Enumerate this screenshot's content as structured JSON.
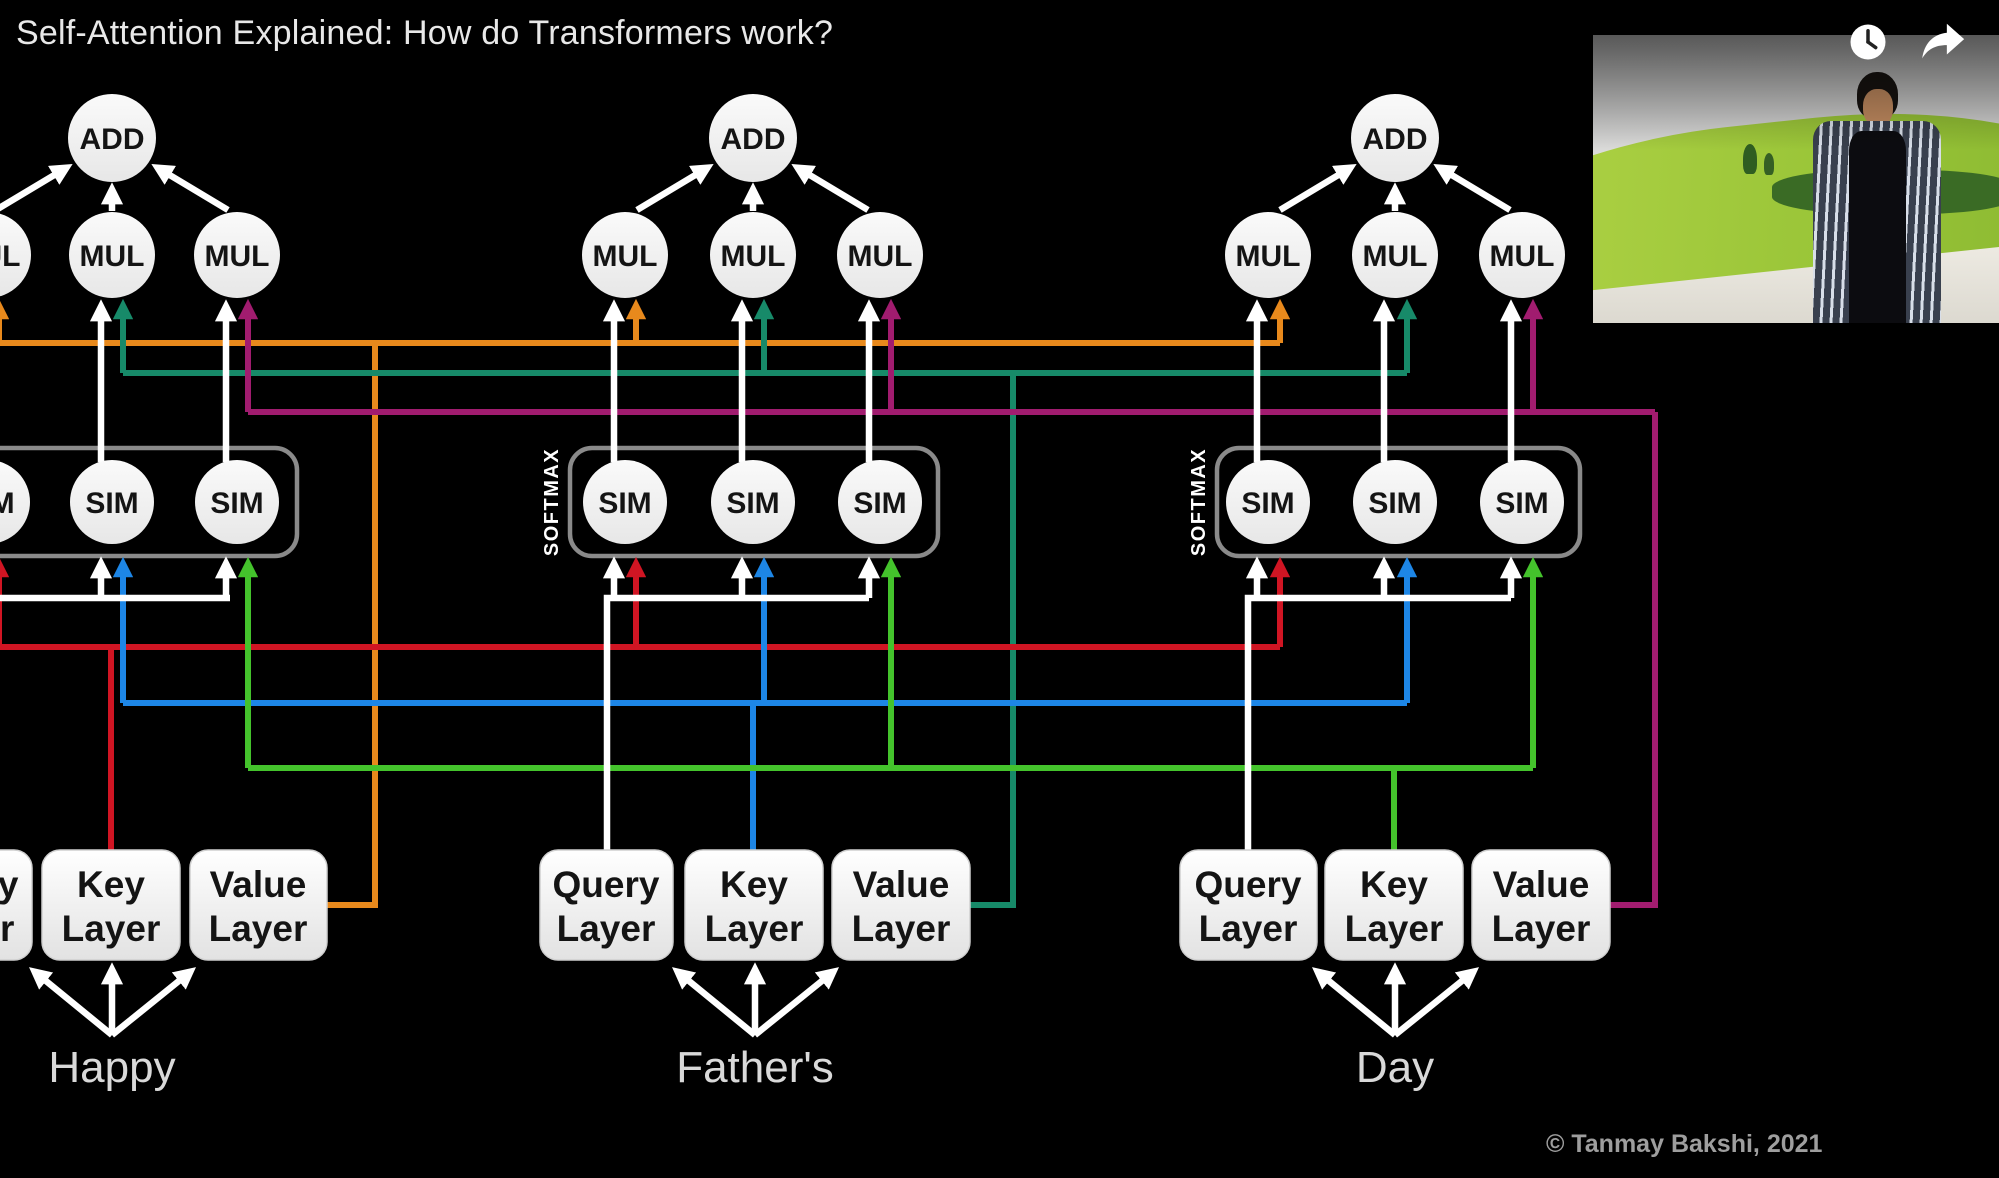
{
  "player": {
    "video_title": "Self-Attention Explained: How do Transformers work?",
    "watch_later_icon": "clock",
    "share_icon": "share-arrow"
  },
  "slide": {
    "copyright": "© Tanmay Bakshi, 2021",
    "labels": {
      "add": "ADD",
      "mul": "MUL",
      "sim": "SIM",
      "softmax": "SOFTMAX"
    },
    "layers": {
      "query1": "Query",
      "query2": "Layer",
      "key1": "Key",
      "key2": "Layer",
      "value1": "Value",
      "value2": "Layer"
    },
    "tokens": [
      "Happy",
      "Father's",
      "Day"
    ],
    "colors": {
      "key_token1": "#d01523",
      "key_token2": "#1d86e6",
      "key_token3": "#44c32c",
      "value_token1": "#e8891c",
      "value_token2": "#178a69",
      "value_token3": "#a11c6f",
      "query_lines": "#ffffff"
    }
  }
}
